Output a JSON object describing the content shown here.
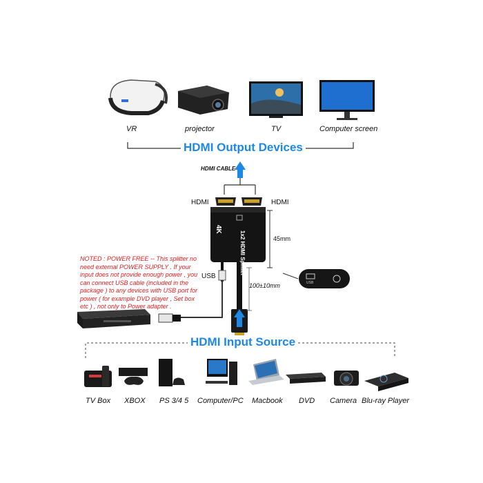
{
  "output_section": {
    "title": "HDMI Output Devices",
    "devices": [
      "VR",
      "projector",
      "TV",
      "Computer screen"
    ]
  },
  "cable_label": "HDMI CABLE",
  "splitter": {
    "port_left": "HDMI",
    "port_right": "HDMI",
    "badge": "4K",
    "body_text": "1x2 HDMI Splitter",
    "height_dim": "45mm",
    "cable_dim": "100±10mm",
    "usb_label": "USB",
    "usb_port_text": "USB"
  },
  "note": "NOTED : POWER FREE -- This splitter no need external POWER SUPPLY . If your input does not provide enough power , you can connect USB cable (included in the package ) to any devices with USB port for power ( for example DVD player , Set box etc ) , not only to Power adapter .",
  "input_section": {
    "title": "HDMI Input Source",
    "devices": [
      "TV Box",
      "XBOX",
      "PS 3/4 5",
      "Computer/PC",
      "Macbook",
      "DVD",
      "Camera",
      "Blu-ray Player"
    ]
  },
  "colors": {
    "accent": "#1e88e5",
    "note": "#e02020",
    "device_dark": "#1a1a1a"
  }
}
